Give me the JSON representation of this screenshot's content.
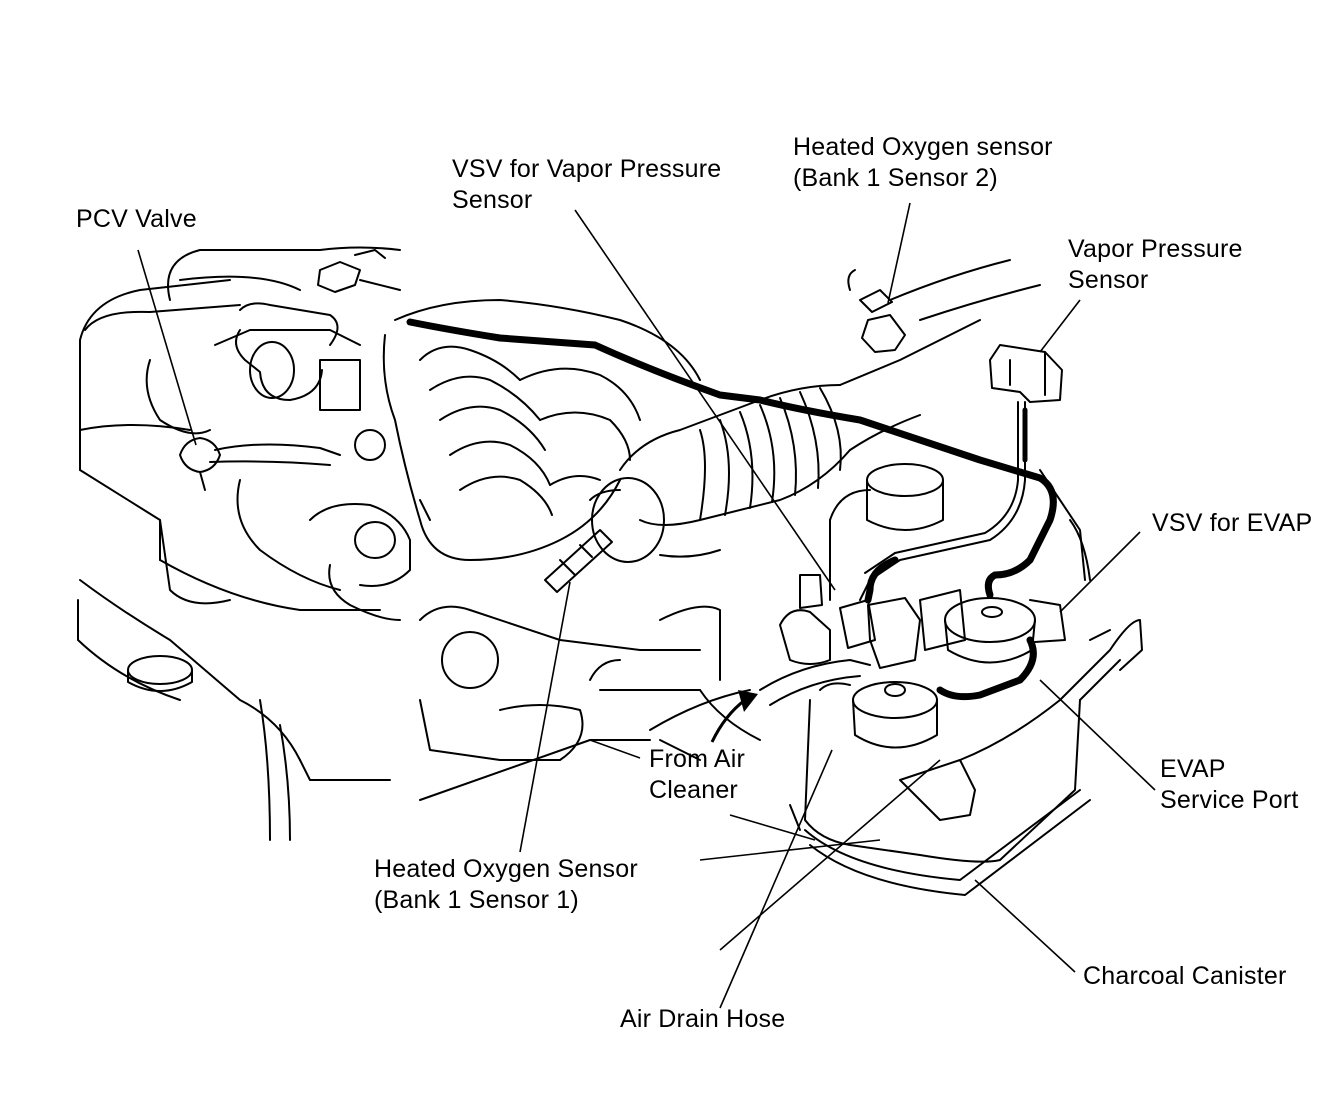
{
  "colors": {
    "ink": "#000000",
    "background": "#ffffff"
  },
  "labels": {
    "pcv_valve": [
      "PCV Valve"
    ],
    "vsv_vapor_pressure_sensor": [
      "VSV for Vapor Pressure",
      "Sensor"
    ],
    "heated_o2_bank1_sensor2": [
      "Heated Oxygen sensor",
      "(Bank 1 Sensor 2)"
    ],
    "vapor_pressure_sensor": [
      "Vapor Pressure",
      "Sensor"
    ],
    "vsv_for_evap": [
      "VSV for EVAP"
    ],
    "evap_service_port": [
      "EVAP",
      "Service Port"
    ],
    "from_air_cleaner": [
      "From Air",
      "Cleaner"
    ],
    "heated_o2_bank1_sensor1": [
      "Heated Oxygen Sensor",
      "(Bank 1 Sensor 1)"
    ],
    "charcoal_canister": [
      "Charcoal Canister"
    ],
    "air_drain_hose": [
      "Air Drain Hose"
    ]
  }
}
